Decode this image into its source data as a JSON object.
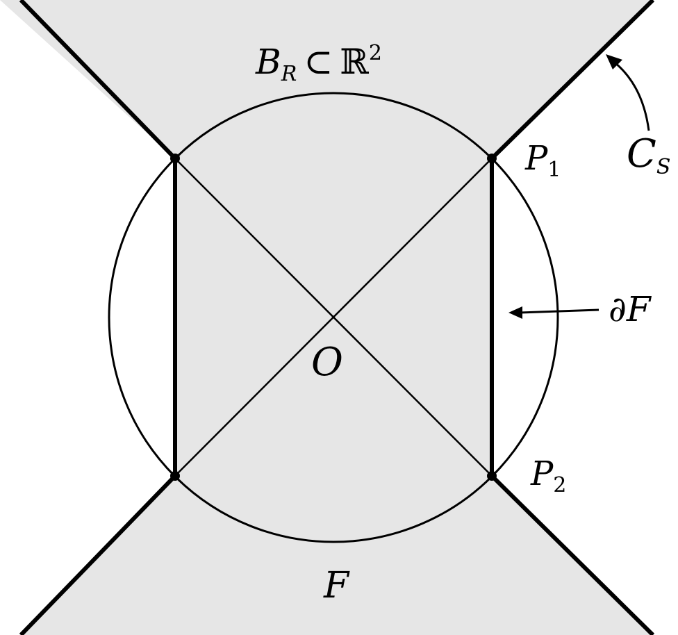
{
  "labels": {
    "ball": "B",
    "ball_sub": "R",
    "subset": "⊂",
    "reals": "ℝ",
    "reals_sup": "2",
    "curve": "C",
    "curve_sub": "S",
    "p1": "P",
    "p1_sub": "1",
    "p2": "P",
    "p2_sub": "2",
    "boundary": "∂F",
    "origin": "O",
    "region": "F"
  },
  "colors": {
    "fill": "#e6e6e6",
    "stroke": "#000000",
    "background": "#ffffff"
  }
}
